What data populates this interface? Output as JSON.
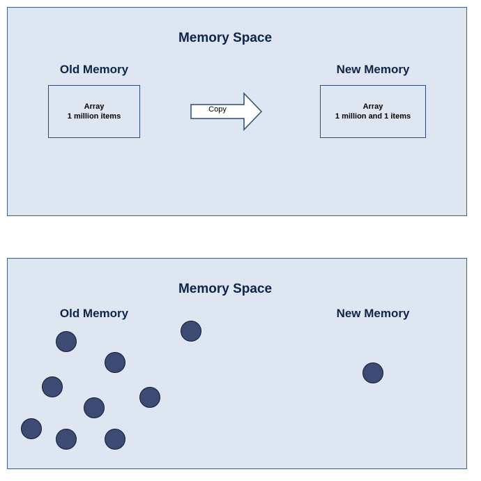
{
  "top_panel": {
    "title": "Memory Space",
    "old_region_label": "Old Memory",
    "new_region_label": "New Memory",
    "old_box": {
      "line1": "Array",
      "line2": "1 million items"
    },
    "new_box": {
      "line1": "Array",
      "line2": "1 million and 1 items"
    },
    "arrow_label": "Copy"
  },
  "bottom_panel": {
    "title": "Memory Space",
    "old_region_label": "Old Memory",
    "new_region_label": "New Memory"
  },
  "colors": {
    "panel_fill": "#dde6f1",
    "panel_border": "#3f5d86",
    "text": "#0f2448",
    "dot_fill": "#3d4a73"
  }
}
